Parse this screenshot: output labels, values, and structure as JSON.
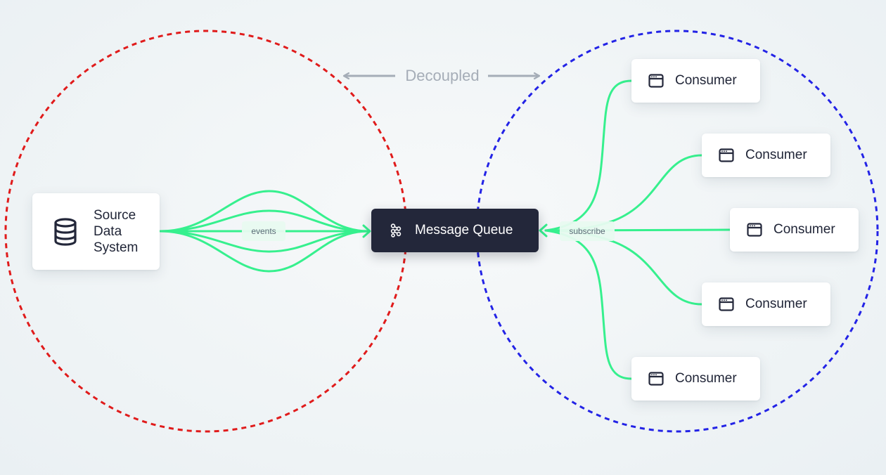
{
  "diagram": {
    "decoupled_label": "Decoupled",
    "source": {
      "label": "Source\nData\nSystem",
      "icon": "database-icon"
    },
    "queue": {
      "label": "Message Queue",
      "icon": "nodes-icon"
    },
    "events_label": "events",
    "subscribe_label": "subscribe",
    "consumers": [
      {
        "label": "Consumer",
        "icon": "window-icon"
      },
      {
        "label": "Consumer",
        "icon": "window-icon"
      },
      {
        "label": "Consumer",
        "icon": "window-icon"
      },
      {
        "label": "Consumer",
        "icon": "window-icon"
      },
      {
        "label": "Consumer",
        "icon": "window-icon"
      }
    ]
  },
  "colors": {
    "producer_boundary": "#e01b1b",
    "consumer_boundary": "#2323e6",
    "flow_lines": "#36f08e",
    "queue_background": "#23273a",
    "decoupled_arrow": "#a5adb7"
  }
}
